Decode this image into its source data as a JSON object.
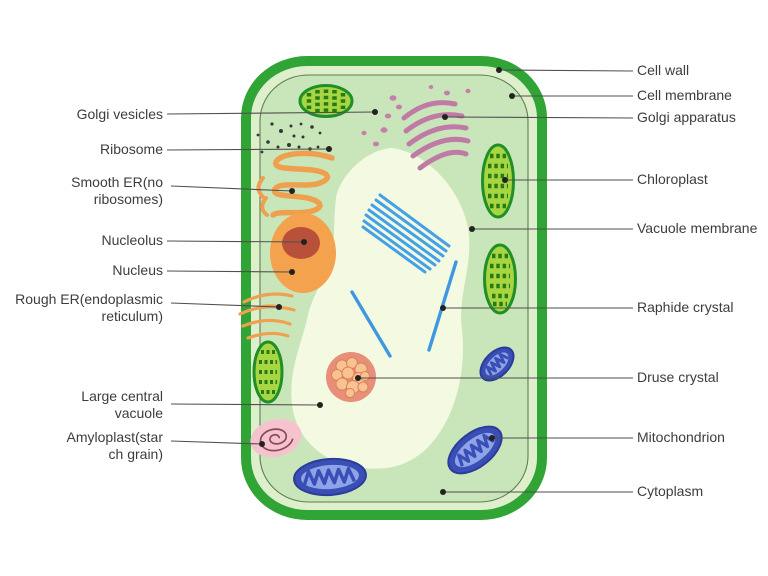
{
  "diagram": {
    "labels": {
      "left": [
        {
          "text": "Golgi vesicles"
        },
        {
          "text": "Ribosome"
        },
        {
          "text": "Smooth ER(no\nribosomes)"
        },
        {
          "text": "Nucleolus"
        },
        {
          "text": "Nucleus"
        },
        {
          "text": "Rough ER(endoplasmic\nreticulum)"
        },
        {
          "text": "Large central\nvacuole"
        },
        {
          "text": "Amyloplast(star\nch grain)"
        }
      ],
      "right": [
        {
          "text": "Cell wall"
        },
        {
          "text": "Cell membrane"
        },
        {
          "text": "Golgi apparatus"
        },
        {
          "text": "Chloroplast"
        },
        {
          "text": "Vacuole membrane"
        },
        {
          "text": "Raphide crystal"
        },
        {
          "text": "Druse crystal"
        },
        {
          "text": "Mitochondrion"
        },
        {
          "text": "Cytoplasm"
        }
      ]
    },
    "colors": {
      "cell_wall": "#31A436",
      "cell_band": "#DDF0CB",
      "cytoplasm": "#C9E6BA",
      "membrane_line": "#5E7D56",
      "vacuole": "#F4FAE2",
      "chloroplast_fill": "#A8D542",
      "chloroplast_border": "#1F8F28",
      "chloroplast_stripe": "#267C12",
      "golgi": "#BF7AA5",
      "er_orange": "#EFA04F",
      "nucleus": "#F4A24D",
      "nucleolus": "#B8503A",
      "raphide_blue": "#45A1E6",
      "druse_outer": "#E78F78",
      "druse_lump": "#F8C292",
      "amyloplast_pink": "#F6C2CE",
      "mitochondrion_outer": "#3A4FB5",
      "mitochondrion_inner": "#8FA3E8",
      "label_text": "#3D3D3D",
      "leader_line": "#4F4F4F"
    }
  }
}
